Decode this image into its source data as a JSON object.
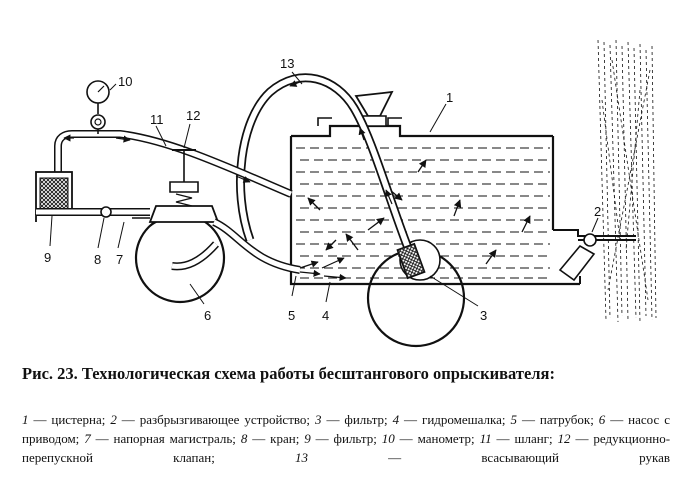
{
  "colors": {
    "ink": "#111111",
    "paper": "#ffffff"
  },
  "diagram": {
    "labels": [
      {
        "id": "tank",
        "text": "1"
      },
      {
        "id": "sprayer",
        "text": "2"
      },
      {
        "id": "filter-main",
        "text": "3"
      },
      {
        "id": "mixer",
        "text": "4"
      },
      {
        "id": "nozzle",
        "text": "5"
      },
      {
        "id": "pump",
        "text": "6"
      },
      {
        "id": "pressure-line",
        "text": "7"
      },
      {
        "id": "valve",
        "text": "8"
      },
      {
        "id": "filter-small",
        "text": "9"
      },
      {
        "id": "gauge",
        "text": "10"
      },
      {
        "id": "hose",
        "text": "11"
      },
      {
        "id": "relief-valve",
        "text": "12"
      },
      {
        "id": "suction-hose",
        "text": "13"
      }
    ]
  },
  "caption": {
    "text": "Рис. 23. Технологическая схема работы бесштангового опрыскивателя:"
  },
  "legend": [
    {
      "num": "1",
      "text": "цистерна;"
    },
    {
      "num": "2",
      "text": "разбрызгивающее устройство;"
    },
    {
      "num": "3",
      "text": "фильтр;"
    },
    {
      "num": "4",
      "text": "гидромешалка;"
    },
    {
      "num": "5",
      "text": "патрубок;"
    },
    {
      "num": "6",
      "text": "насос с приводом;"
    },
    {
      "num": "7",
      "text": "напорная магистраль;"
    },
    {
      "num": "8",
      "text": "кран;"
    },
    {
      "num": "9",
      "text": "фильтр;"
    },
    {
      "num": "10",
      "text": "манометр;"
    },
    {
      "num": "11",
      "text": "шланг;"
    },
    {
      "num": "12",
      "text": "редукционно-перепускной клапан;"
    },
    {
      "num": "13",
      "text": "всасывающий рукав"
    }
  ]
}
